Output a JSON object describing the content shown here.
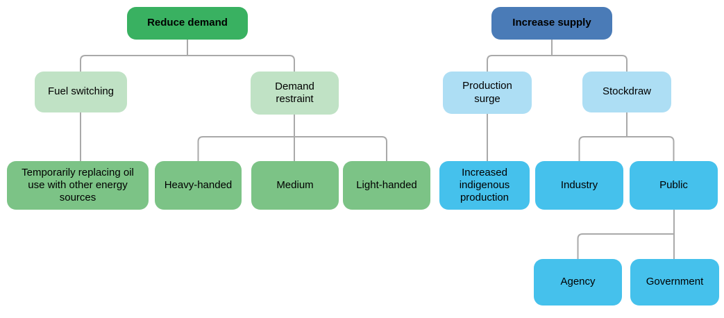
{
  "colors": {
    "root_green": "#39b161",
    "light_green": "#c0e2c5",
    "mid_green": "#7cc386",
    "root_blue": "#4a7bb7",
    "light_blue": "#addef4",
    "bright_blue": "#45c1ec",
    "connector": "#a9a9a9",
    "text": "#000000",
    "background": "#ffffff"
  },
  "diagram_type": "tree-flowchart",
  "nodes": [
    {
      "id": "reduce-demand",
      "label": "Reduce demand",
      "parent": null
    },
    {
      "id": "fuel-switching",
      "label": "Fuel switching",
      "parent": "reduce-demand"
    },
    {
      "id": "demand-restraint",
      "label": "Demand restraint",
      "parent": "reduce-demand"
    },
    {
      "id": "temporarily-replacing-oil",
      "label": "Temporarily replacing oil use with other energy sources",
      "parent": "fuel-switching"
    },
    {
      "id": "heavy-handed",
      "label": "Heavy-handed",
      "parent": "demand-restraint"
    },
    {
      "id": "medium",
      "label": "Medium",
      "parent": "demand-restraint"
    },
    {
      "id": "light-handed",
      "label": "Light-handed",
      "parent": "demand-restraint"
    },
    {
      "id": "increase-supply",
      "label": "Increase supply",
      "parent": null
    },
    {
      "id": "production-surge",
      "label": "Production surge",
      "parent": "increase-supply"
    },
    {
      "id": "stockdraw",
      "label": "Stockdraw",
      "parent": "increase-supply"
    },
    {
      "id": "increased-indigenous-production",
      "label": "Increased indigenous production",
      "parent": "production-surge"
    },
    {
      "id": "industry",
      "label": "Industry",
      "parent": "stockdraw"
    },
    {
      "id": "public",
      "label": "Public",
      "parent": "stockdraw"
    },
    {
      "id": "agency",
      "label": "Agency",
      "parent": "public"
    },
    {
      "id": "government",
      "label": "Government",
      "parent": "public"
    }
  ]
}
